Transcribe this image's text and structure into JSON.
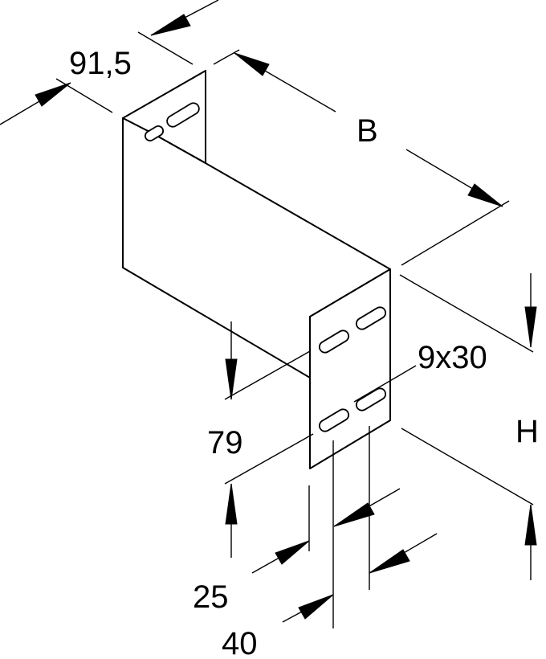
{
  "dimensions": {
    "depth": "91,5",
    "width": "B",
    "height": "H",
    "flange_depth": "79",
    "slot": "9x30",
    "slot_spacing_a": "25",
    "slot_spacing_b": "40"
  }
}
